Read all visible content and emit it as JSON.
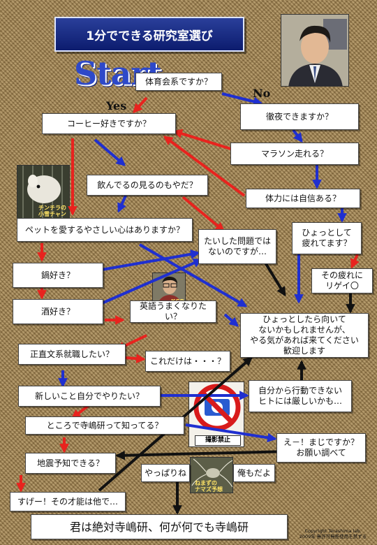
{
  "title": "1分でできる研究室選び",
  "start_label": "Start",
  "branch_labels": {
    "yes": "Yes",
    "no": "No"
  },
  "nodes": {
    "sports": "体育会系ですか？",
    "all_nighter": "徹夜できますか？",
    "coffee": "コーヒー好きですか？",
    "marathon": "マラソン走れる？",
    "drink_watch": "飲んでるの見るのもやだ？",
    "stamina": "体力には自信ある？",
    "pets": "ペットを愛するやさしい心はありますか？",
    "not_a_problem": "たいした問題では\nないのですが…",
    "tired": "ひょっとして\n疲れてます？",
    "nabe": "鍋好き？",
    "tiredness_reason": "その疲れに\nリゲイ〇",
    "sake": "酒好き？",
    "english": "英語うまくなりたい？",
    "maybe_unsuitable": "ひょっとしたら向いて\nないかもしれませんが、\nやる気があれば来てください\n歓迎します",
    "honest_job": "正直文系就職したい？",
    "only_this": "これだけは・・・？",
    "something_new": "新しいこと自分でやりたい？",
    "self_action": "自分から行動できない\nヒトには厳しいかも…",
    "know_lab": "ところで寺嶋研って知ってる？",
    "really": "え－！まじですか？\nお願い調べて",
    "earthquake": "地震予知できる？",
    "after_all": "やっぱりね",
    "me_too": "俺もだよ",
    "talent": "すげー！その才能は他で…",
    "final": "君は絶対寺嶋研、何が何でも寺嶋研"
  },
  "captions": {
    "chinchilla": "チンチラの\n小雪チャン",
    "person2": "KGB",
    "no_photo": "撮影禁止",
    "bug": "ねまずの\nナマズ予想"
  },
  "copyright": "Copyright Terashima lab.\n2009年 無許可無断使用を禁ずる",
  "colors": {
    "yes_arrow": "#e8231e",
    "no_arrow": "#1f2fd0",
    "neutral_arrow": "#111111",
    "title_bg": "#14237c"
  }
}
